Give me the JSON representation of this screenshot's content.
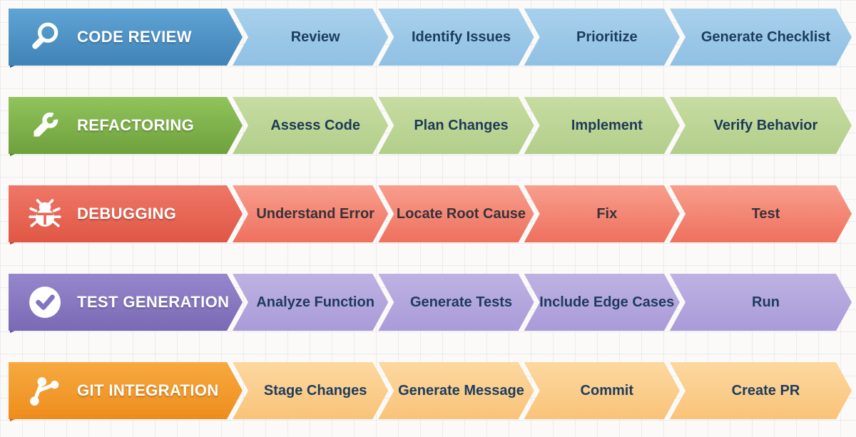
{
  "background_color": "#fbfaf8",
  "grid_color": "#d9d9e4",
  "workflows": [
    {
      "title": "CODE REVIEW",
      "icon": "magnifier-icon",
      "header_color": "#4a8ec3",
      "step_color": "#9cc8e8",
      "text_color": "#1b3c5f",
      "steps": [
        "Review",
        "Identify Issues",
        "Prioritize",
        "Generate Checklist"
      ]
    },
    {
      "title": "REFACTORING",
      "icon": "wrench-icon",
      "header_color": "#7fb24c",
      "step_color": "#bcd596",
      "text_color": "#1e3a56",
      "steps": [
        "Assess Code",
        "Plan Changes",
        "Implement",
        "Verify Behavior"
      ]
    },
    {
      "title": "DEBUGGING",
      "icon": "bug-icon",
      "header_color": "#e86756",
      "step_color": "#f28775",
      "text_color": "#38313a",
      "steps": [
        "Understand Error",
        "Locate Root Cause",
        "Fix",
        "Test"
      ]
    },
    {
      "title": "TEST GENERATION",
      "icon": "check-circle-icon",
      "header_color": "#8778c1",
      "step_color": "#b3a7dd",
      "text_color": "#1e3a5e",
      "steps": [
        "Analyze Function",
        "Generate Tests",
        "Include Edge Cases",
        "Run"
      ]
    },
    {
      "title": "GIT INTEGRATION",
      "icon": "git-branch-icon",
      "header_color": "#f29b2e",
      "step_color": "#facd8c",
      "text_color": "#1c3c5e",
      "steps": [
        "Stage Changes",
        "Generate Message",
        "Commit",
        "Create PR"
      ]
    }
  ]
}
